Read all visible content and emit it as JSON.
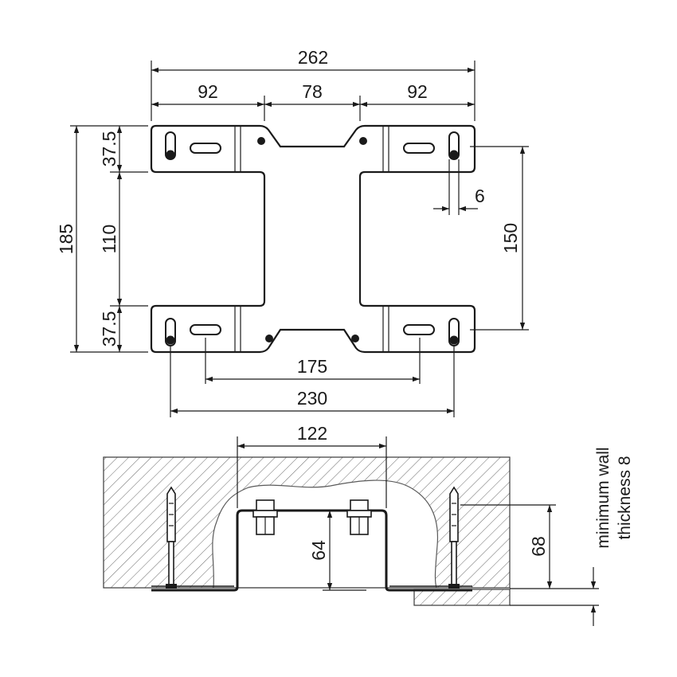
{
  "top_view": {
    "dim_overall_width": "262",
    "dim_left_section": "92",
    "dim_center_section": "78",
    "dim_right_section": "92",
    "dim_overall_height": "185",
    "dim_top_band": "37.5",
    "dim_middle": "110",
    "dim_bottom_band": "37.5",
    "dim_right_hole_spacing": "150",
    "dim_slot_width": "6",
    "dim_inner_slots": "175",
    "dim_outer_holes": "230"
  },
  "side_view": {
    "dim_bracket_width": "122",
    "dim_inner_depth": "64",
    "dim_anchor_depth": "68",
    "note_line1": "minimum wall",
    "note_line2": "thickness 8"
  },
  "colors": {
    "ink": "#1a1a1a",
    "background": "#ffffff"
  }
}
